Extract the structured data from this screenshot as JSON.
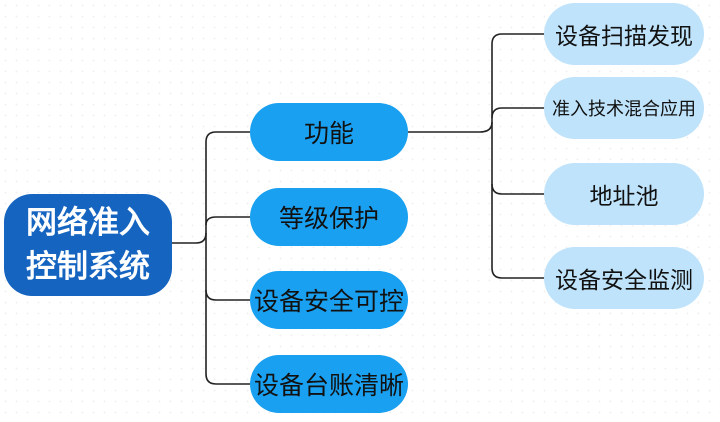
{
  "root": {
    "line1": "网络准入",
    "line2": "控制系统"
  },
  "branches": [
    {
      "label": "功能",
      "children": [
        "设备扫描发现",
        "准入技术混合应用",
        "地址池",
        "设备安全监测"
      ]
    },
    {
      "label": "等级保护"
    },
    {
      "label": "设备安全可控"
    },
    {
      "label": "设备台账清晰"
    }
  ],
  "colors": {
    "root": "#1565c0",
    "level1": "#1aa0f0",
    "level2": "#bfe3fb",
    "connector": "#222222"
  }
}
